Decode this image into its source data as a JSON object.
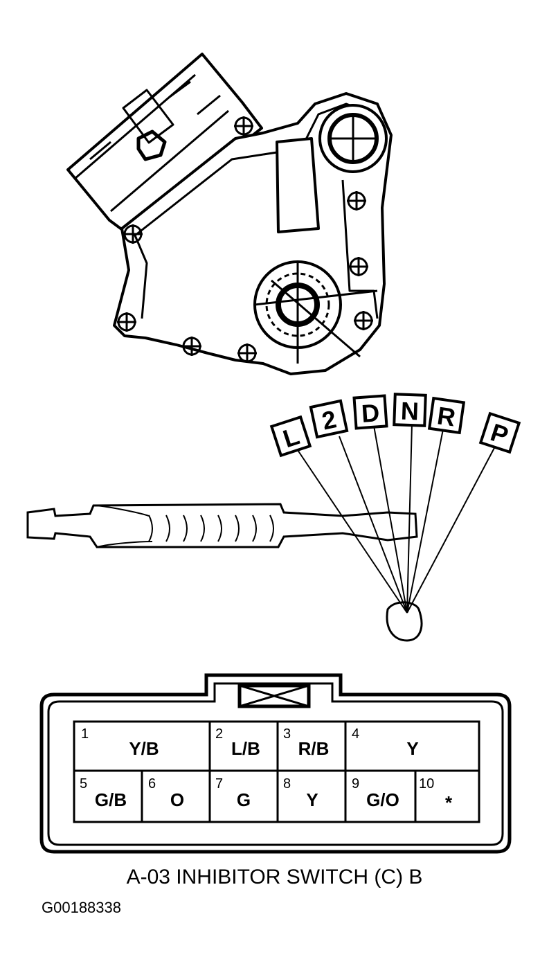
{
  "shift_positions": [
    "L",
    "2",
    "D",
    "N",
    "R",
    "P"
  ],
  "connector": {
    "pins": [
      {
        "number": "1",
        "wire": "Y/B"
      },
      {
        "number": "2",
        "wire": "L/B"
      },
      {
        "number": "3",
        "wire": "R/B"
      },
      {
        "number": "4",
        "wire": "Y"
      },
      {
        "number": "5",
        "wire": "G/B"
      },
      {
        "number": "6",
        "wire": "O"
      },
      {
        "number": "7",
        "wire": "G"
      },
      {
        "number": "8",
        "wire": "Y"
      },
      {
        "number": "9",
        "wire": "G/O"
      },
      {
        "number": "10",
        "wire": "*"
      }
    ]
  },
  "caption": "A-03 INHIBITOR SWITCH (C) B",
  "figure_code": "G00188338"
}
